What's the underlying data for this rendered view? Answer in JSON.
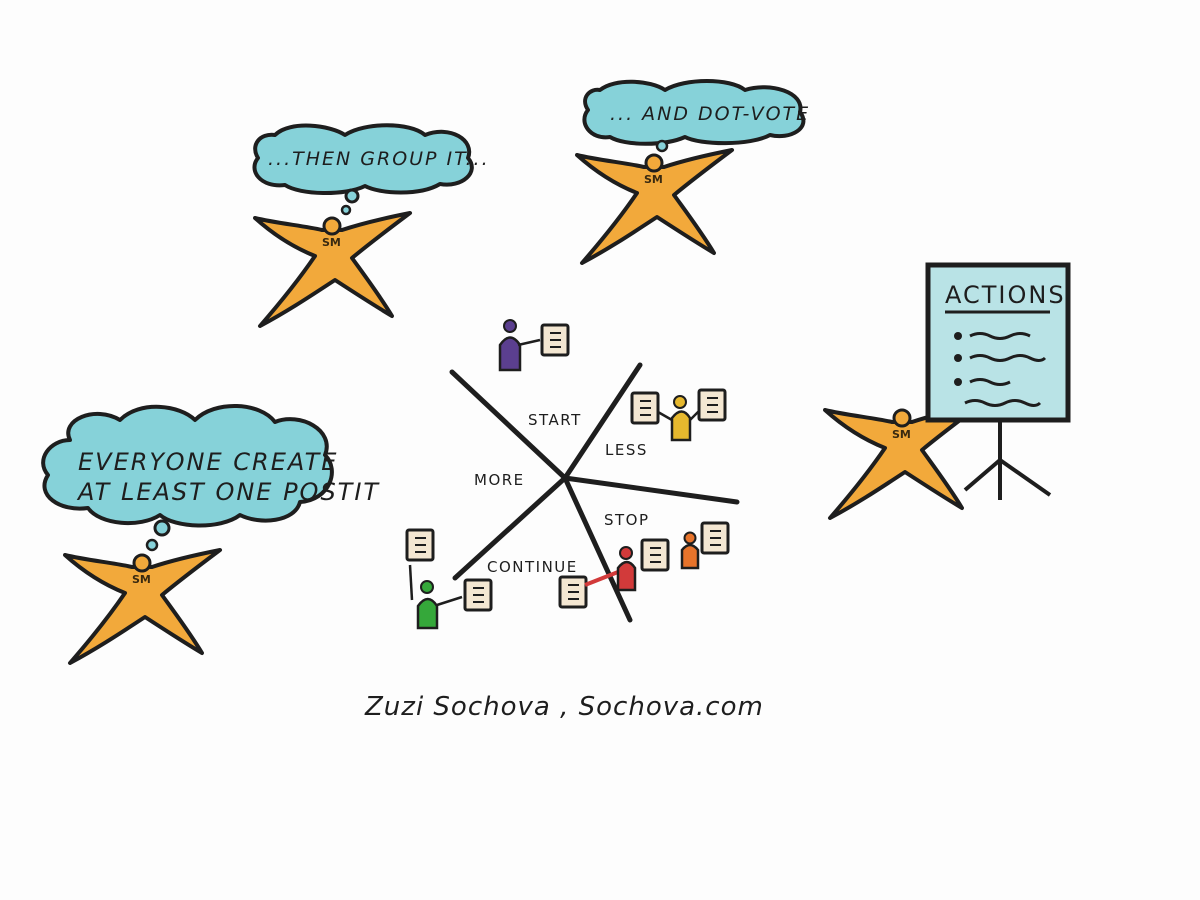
{
  "colors": {
    "cloud": "#86d2d9",
    "star": "#f2a93b",
    "ink": "#1e1e1e",
    "board": "#b9e3e6",
    "postit": "#f4e7d2",
    "person_purple": "#5b3f8f",
    "person_yellow": "#e6b82e",
    "person_green": "#35a83a",
    "person_red": "#d23a3a",
    "person_orange": "#e8742b"
  },
  "bubbles": {
    "everyone_line1": "EVERYONE CREATE",
    "everyone_line2": "AT LEAST ONE POSTIT",
    "group": "...THEN GROUP IT...",
    "vote": "... AND DOT-VOTE"
  },
  "characters": {
    "sm1": "SM",
    "sm2": "SM",
    "sm3": "SM",
    "sm4": "SM"
  },
  "board": {
    "title": "ACTIONS"
  },
  "starfish": {
    "start": "START",
    "less": "LESS",
    "more": "MORE",
    "stop": "STOP",
    "continue": "CONTINUE"
  },
  "signature": "Zuzi Sochova , Sochova.com"
}
